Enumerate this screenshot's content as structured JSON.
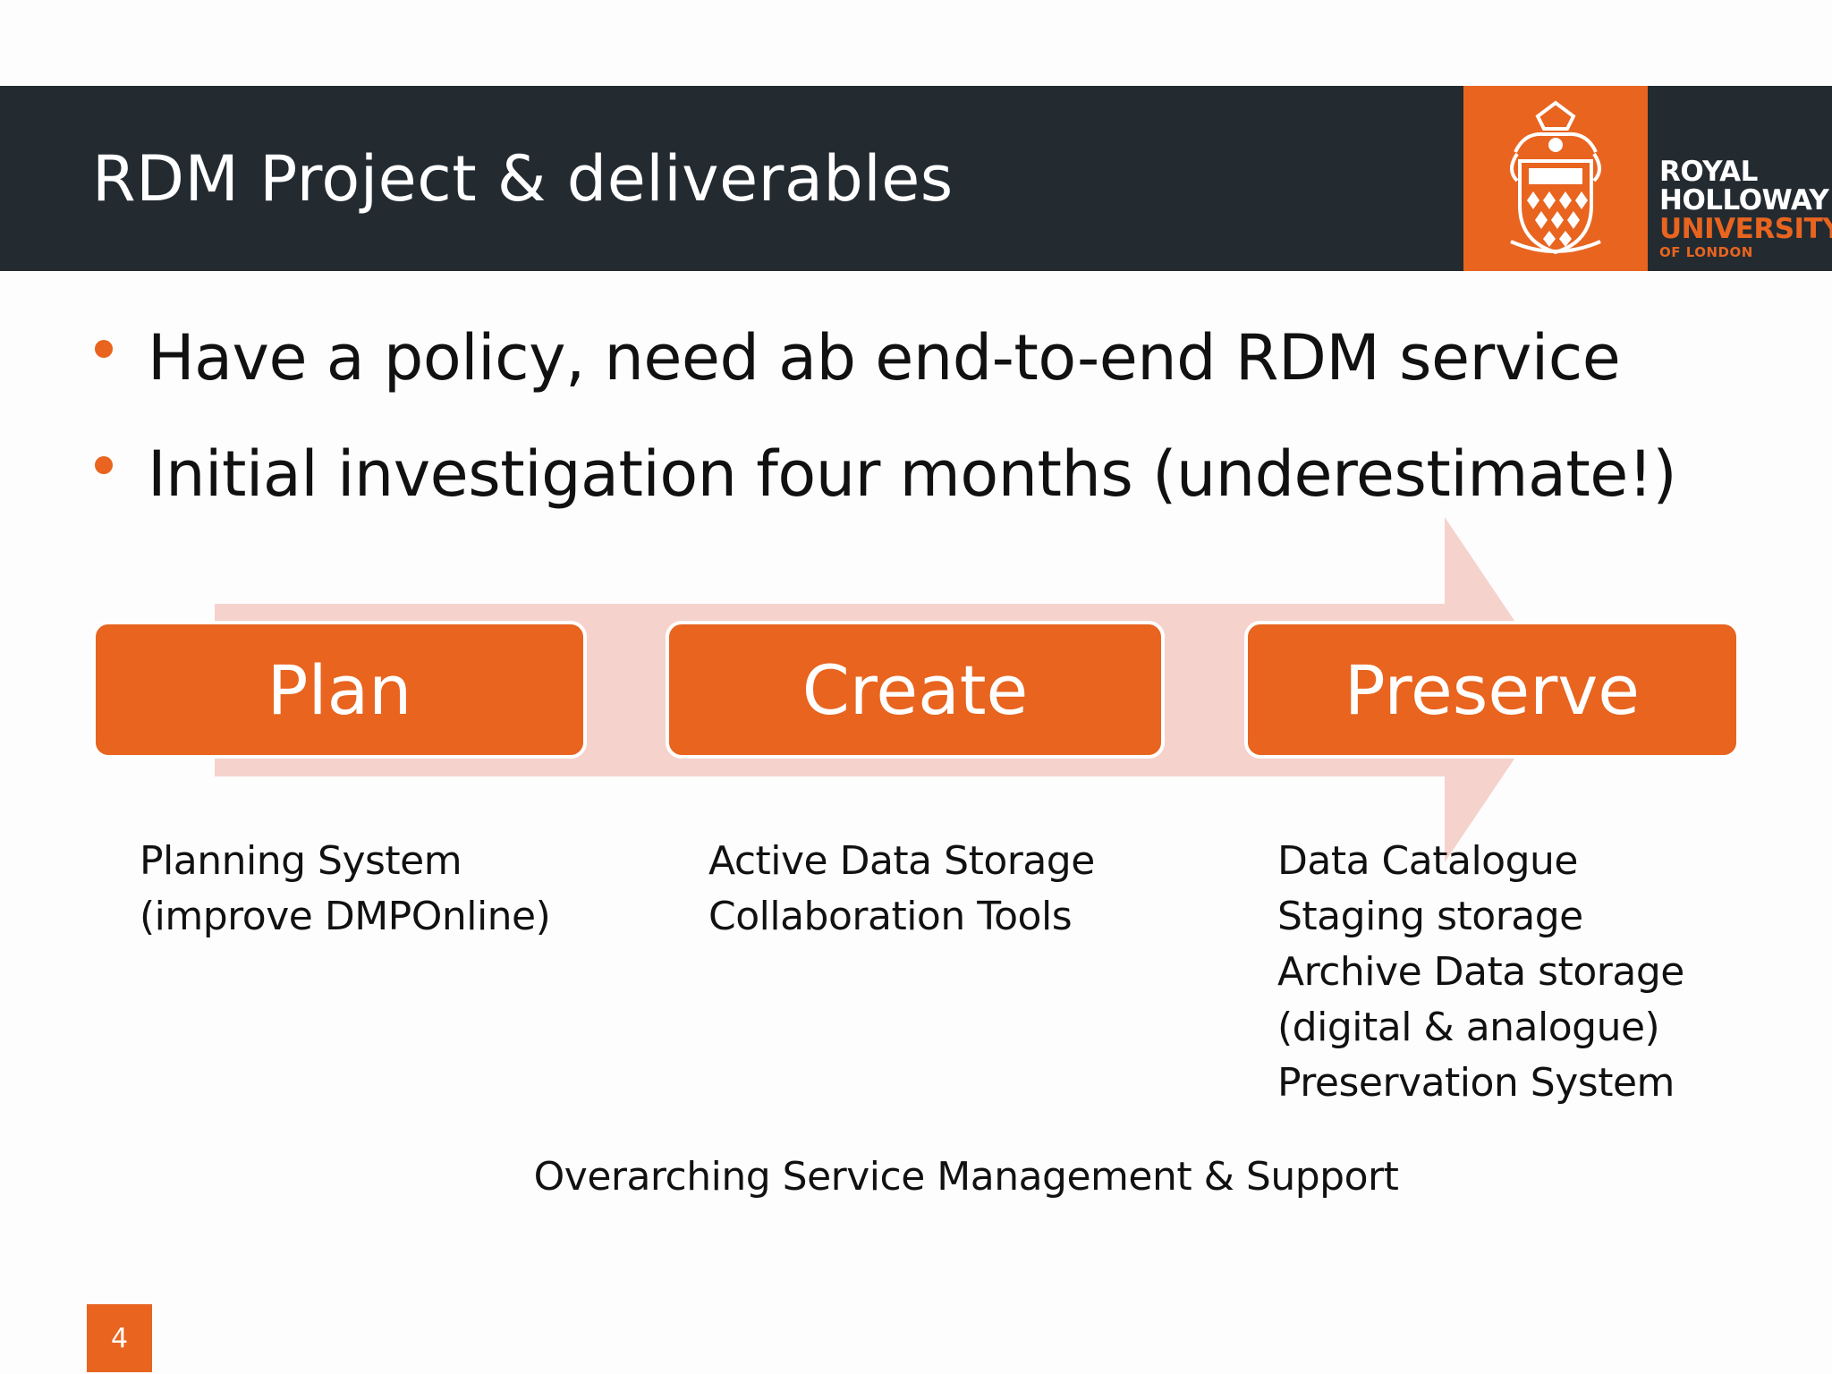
{
  "header": {
    "title": "RDM Project & deliverables",
    "logo": {
      "line1": "ROYAL",
      "line2": "HOLLOWAY",
      "line3": "UNIVERSITY",
      "line4": "OF LONDON"
    }
  },
  "bullets": [
    "Have a policy, need ab end-to-end RDM service",
    "Initial investigation four months (underestimate!)"
  ],
  "steps": [
    {
      "label": "Plan",
      "deliverables": [
        "Planning System",
        "(improve DMPOnline)"
      ]
    },
    {
      "label": "Create",
      "deliverables": [
        "Active Data Storage",
        "Collaboration Tools"
      ]
    },
    {
      "label": "Preserve",
      "deliverables": [
        "Data Catalogue",
        "Staging storage",
        "Archive Data storage",
        "(digital & analogue)",
        "Preservation System"
      ]
    }
  ],
  "footer_note": "Overarching Service Management & Support",
  "page_number": "4",
  "colors": {
    "accent": "#e8641f",
    "header": "#232b31",
    "arrow": "#f6d2cc"
  }
}
